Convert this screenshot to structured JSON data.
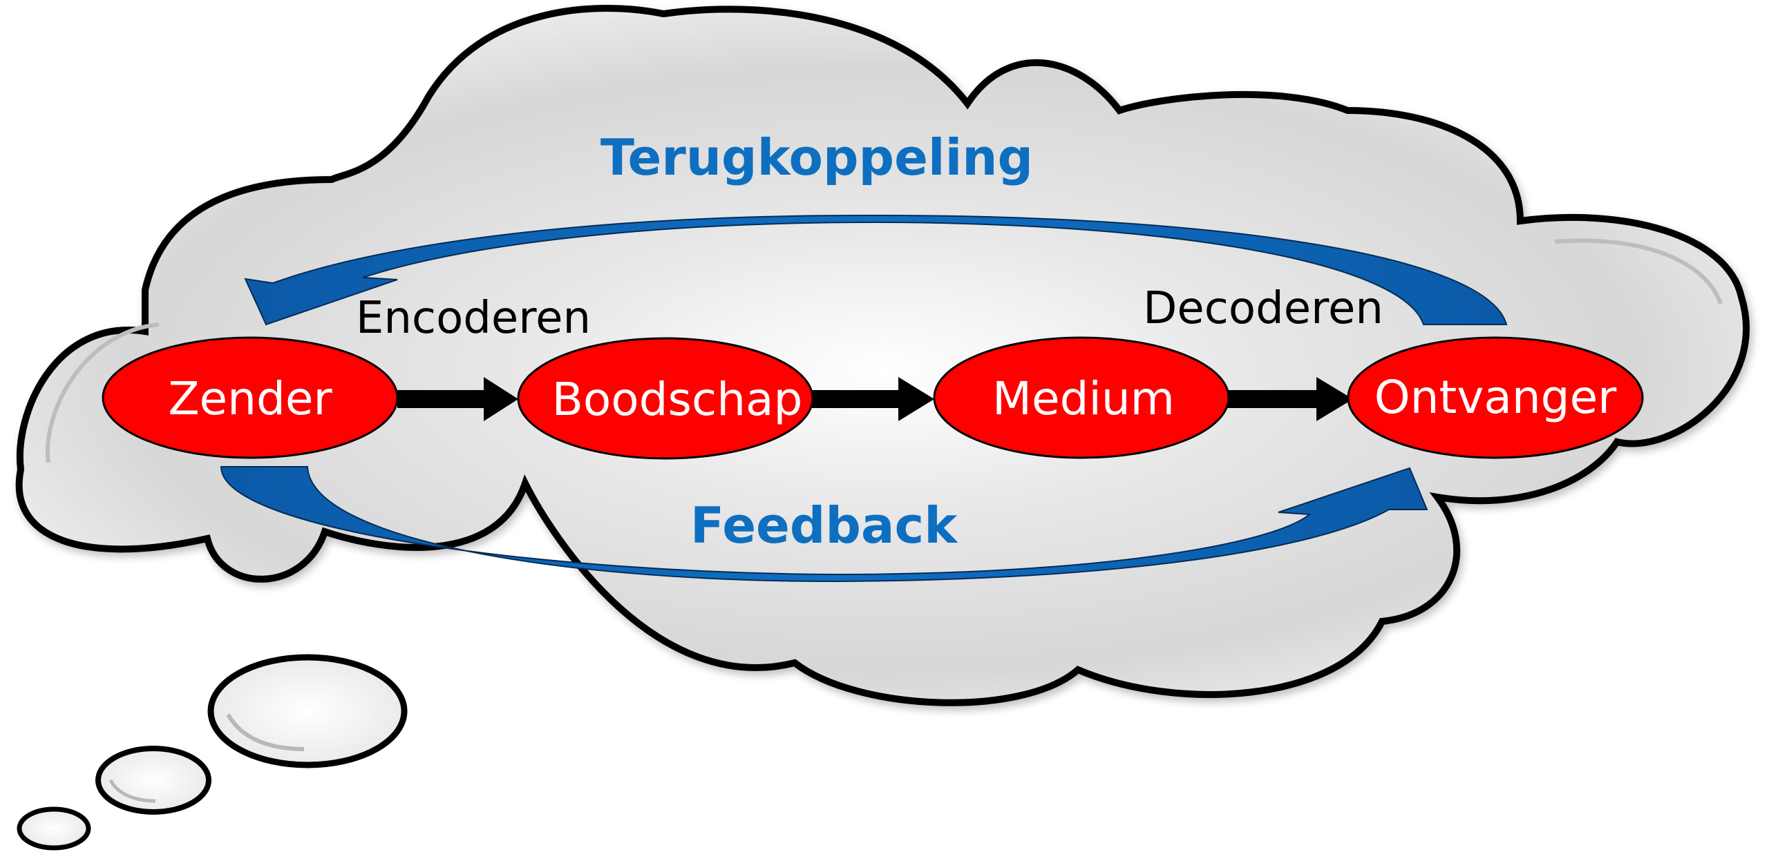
{
  "diagram": {
    "title_top": "Terugkoppeling",
    "title_bottom": "Feedback",
    "label_encode": "Encoderen",
    "label_decode": "Decoderen",
    "nodes": [
      {
        "id": "zender",
        "label": "Zender"
      },
      {
        "id": "boodschap",
        "label": "Boodschap"
      },
      {
        "id": "medium",
        "label": "Medium"
      },
      {
        "id": "ontvanger",
        "label": "Ontvanger"
      }
    ]
  },
  "colors": {
    "node_fill": "#ff0000",
    "node_text": "#ffffff",
    "accent_blue": "#0e6fc0",
    "arrow": "#000000",
    "cloud_outline": "#000000"
  }
}
